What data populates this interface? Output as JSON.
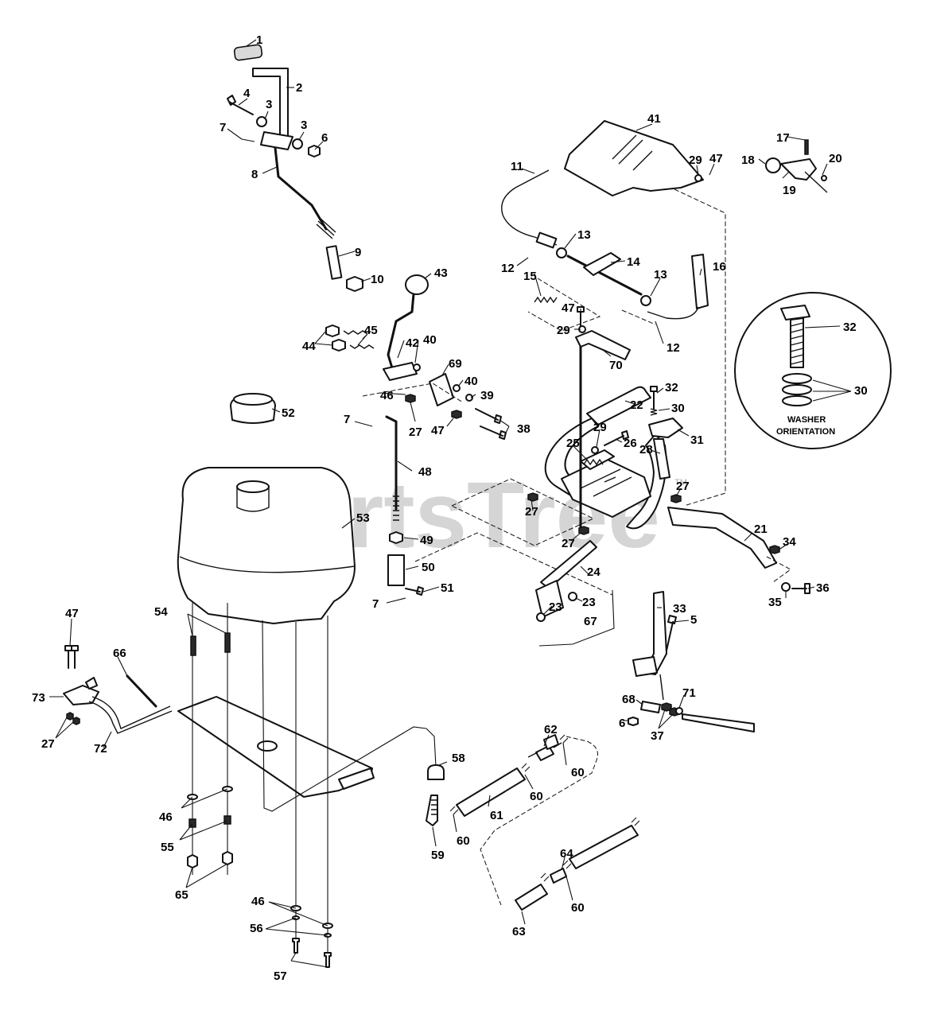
{
  "watermark": {
    "text": "PartsTree",
    "trademark": "TM"
  },
  "detail_inset": {
    "caption_line1": "WASHER",
    "caption_line2": "ORIENTATION"
  },
  "callouts": [
    "1",
    "2",
    "3",
    "4",
    "3",
    "6",
    "7",
    "8",
    "9",
    "10",
    "11",
    "12",
    "13",
    "14",
    "15",
    "13",
    "16",
    "12",
    "17",
    "18",
    "19",
    "20",
    "41",
    "29",
    "47",
    "43",
    "42",
    "45",
    "44",
    "40",
    "69",
    "46",
    "27",
    "40",
    "39",
    "47",
    "38",
    "7",
    "48",
    "47",
    "29",
    "70",
    "32",
    "30",
    "31",
    "22",
    "29",
    "26",
    "25",
    "28",
    "27",
    "27",
    "27",
    "21",
    "34",
    "35",
    "36",
    "32",
    "30",
    "52",
    "53",
    "49",
    "50",
    "51",
    "7",
    "24",
    "23",
    "23",
    "67",
    "54",
    "47",
    "66",
    "73",
    "27",
    "72",
    "33",
    "5",
    "68",
    "6",
    "71",
    "37",
    "62",
    "60",
    "58",
    "60",
    "61",
    "60",
    "59",
    "46",
    "55",
    "65",
    "46",
    "56",
    "57",
    "64",
    "60",
    "63"
  ]
}
